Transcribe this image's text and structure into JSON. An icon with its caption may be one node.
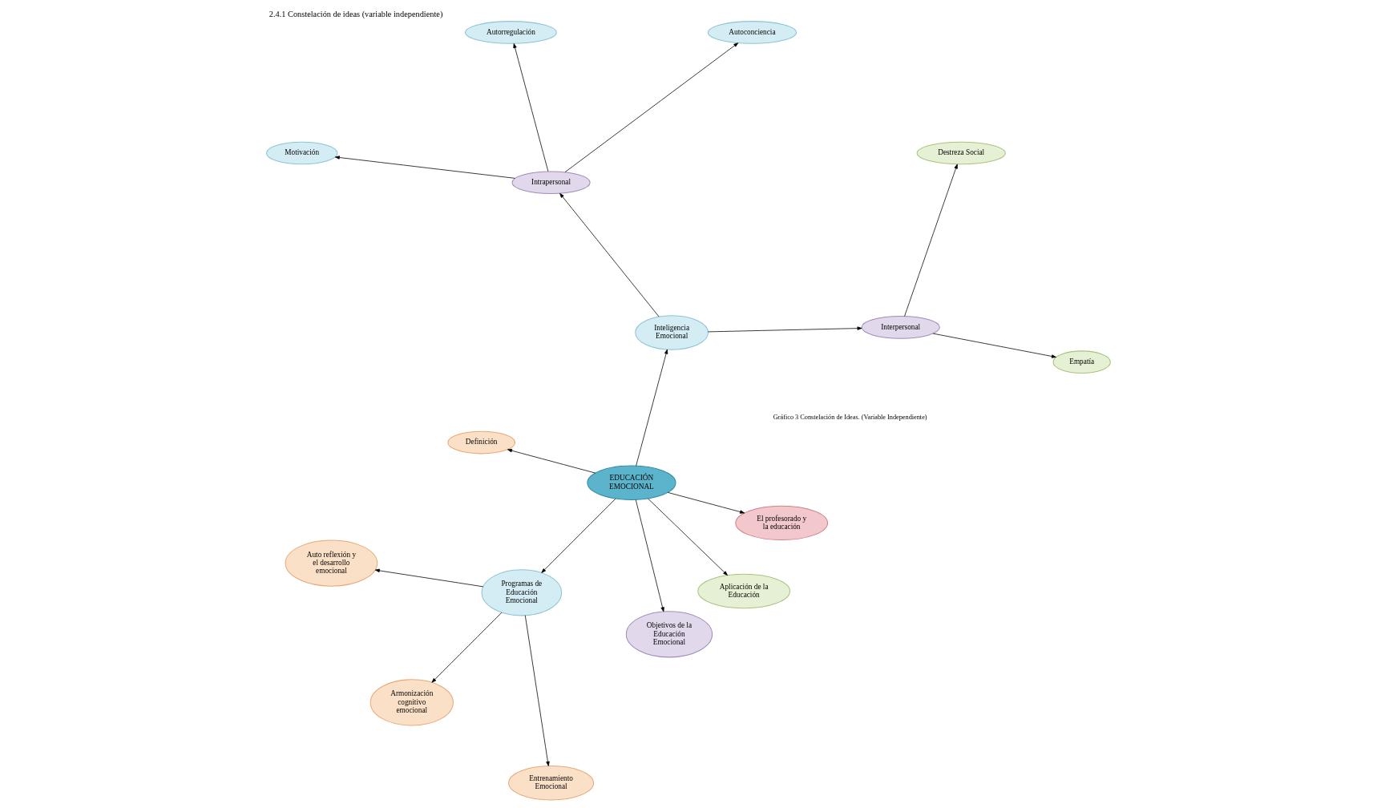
{
  "diagram": {
    "title": "2.4.1 Constelación de ideas (variable independiente)",
    "caption": "Gráfico 3 Constelación de Ideas. (Variable Independiente)",
    "nodes": [
      {
        "text": [
          "EDUCACIÓN EMOCIONAL"
        ]
      },
      {
        "text": [
          "Inteligencia Emocional"
        ]
      },
      {
        "text": [
          "Interpersonal"
        ]
      },
      {
        "text": [
          "Empatía"
        ]
      },
      {
        "text": [
          "Destreza Social"
        ]
      },
      {
        "text": [
          "Intrapersonal"
        ]
      },
      {
        "text": [
          "Autoconciencia"
        ]
      },
      {
        "text": [
          "Autorregulación"
        ]
      },
      {
        "text": [
          "Motivación"
        ]
      },
      {
        "text": [
          "Definición"
        ]
      },
      {
        "text": [
          "Programas de Educación Emocional"
        ]
      },
      {
        "text": [
          "Auto reflexión y el desarrollo emocional"
        ]
      },
      {
        "text": [
          "Armonización cognitivo emocional"
        ]
      },
      {
        "text": [
          "Entrenamiento Emocional"
        ]
      },
      {
        "text": [
          "Objetivos de la Educación Emocional"
        ]
      },
      {
        "text": [
          "Aplicación de la Educación"
        ]
      },
      {
        "text": [
          "El profesorado y la educación"
        ]
      }
    ],
    "edges": [
      {
        "from": 0,
        "to": 1,
        "arrow": "to"
      },
      {
        "from": 1,
        "to": 2,
        "arrow": "to"
      },
      {
        "from": 2,
        "to": 3,
        "arrow": "to"
      },
      {
        "from": 2,
        "to": 4,
        "arrow": "to"
      },
      {
        "from": 1,
        "to": 5,
        "arrow": "to"
      },
      {
        "from": 5,
        "to": 6,
        "arrow": "to"
      },
      {
        "from": 5,
        "to": 7,
        "arrow": "to"
      },
      {
        "from": 5,
        "to": 8,
        "arrow": "to"
      },
      {
        "from": 0,
        "to": 9,
        "arrow": "to"
      },
      {
        "from": 0,
        "to": 10,
        "arrow": "to"
      },
      {
        "from": 10,
        "to": 11,
        "arrow": "to"
      },
      {
        "from": 10,
        "to": 12,
        "arrow": "to"
      },
      {
        "from": 10,
        "to": 13,
        "arrow": "to"
      },
      {
        "from": 0,
        "to": 14,
        "arrow": "to"
      },
      {
        "from": 0,
        "to": 15,
        "arrow": "to"
      },
      {
        "from": 0,
        "to": 16,
        "arrow": "to"
      }
    ]
  }
}
